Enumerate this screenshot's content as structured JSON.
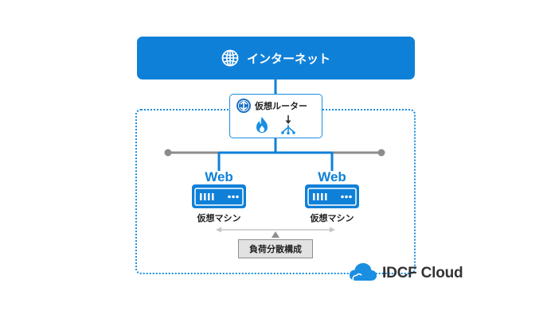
{
  "internet": {
    "label": "インターネット",
    "icon": "globe-icon"
  },
  "router": {
    "label": "仮想ルーター",
    "icons": [
      "router-icon",
      "firewall-icon",
      "load-balancer-icon"
    ]
  },
  "servers": [
    {
      "label": "仮想マシン",
      "badge": "Web"
    },
    {
      "label": "仮想マシン",
      "badge": "Web"
    }
  ],
  "load_balancing": {
    "label": "負荷分散構成"
  },
  "brand": {
    "name": "IDCF Cloud",
    "icon": "cloud-logo-icon"
  },
  "colors": {
    "primary": "#0f80d8",
    "accent": "#1a8ee0",
    "line": "#8c8c8c"
  }
}
